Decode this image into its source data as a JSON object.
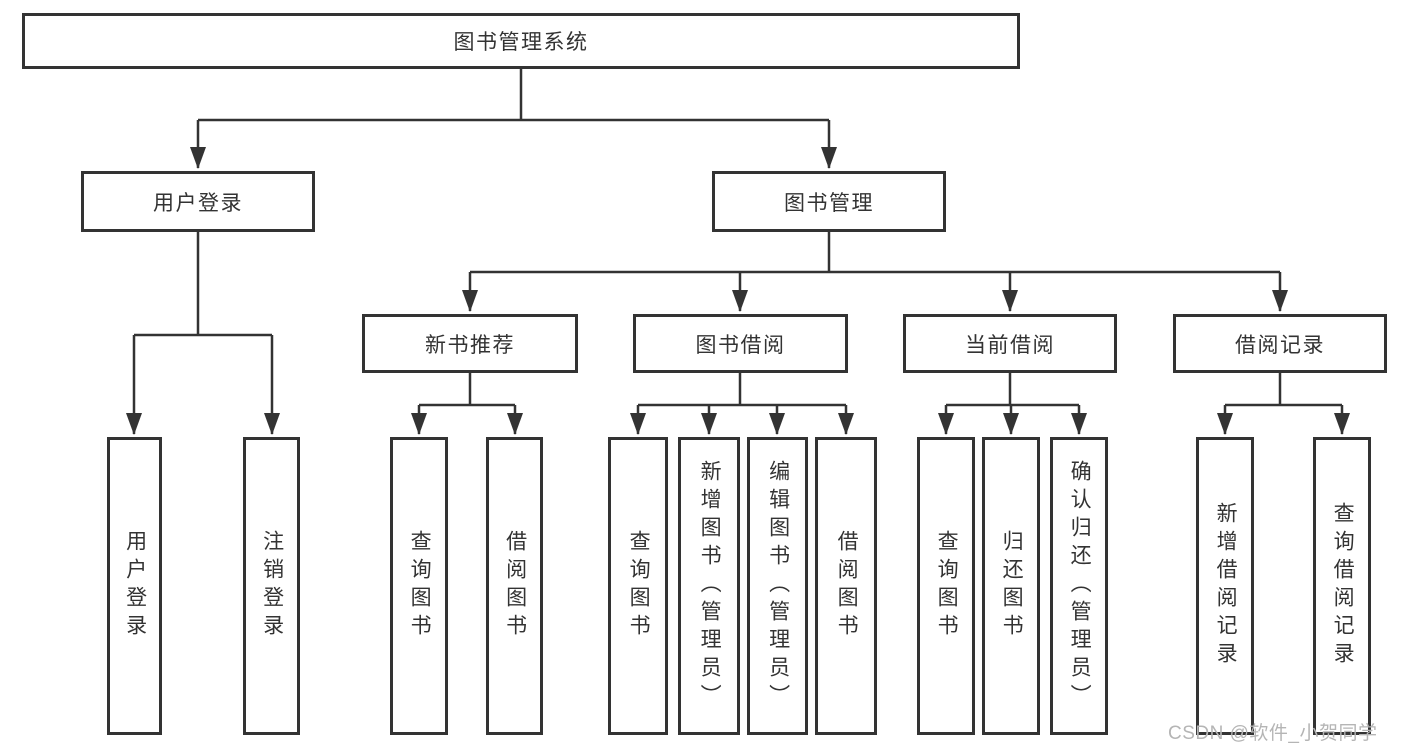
{
  "root": {
    "label": "图书管理系统"
  },
  "level2": [
    {
      "label": "用户登录"
    },
    {
      "label": "图书管理"
    }
  ],
  "level3": [
    {
      "parent": "图书管理",
      "label": "新书推荐"
    },
    {
      "parent": "图书管理",
      "label": "图书借阅"
    },
    {
      "parent": "图书管理",
      "label": "当前借阅"
    },
    {
      "parent": "图书管理",
      "label": "借阅记录"
    }
  ],
  "leafGroups": [
    {
      "parent": "用户登录",
      "items": [
        {
          "label": "用户登录"
        },
        {
          "label": "注销登录"
        }
      ]
    },
    {
      "parent": "新书推荐",
      "items": [
        {
          "label": "查询图书"
        },
        {
          "label": "借阅图书"
        }
      ]
    },
    {
      "parent": "图书借阅",
      "items": [
        {
          "label": "查询图书"
        },
        {
          "label": "新增图书（管理员）"
        },
        {
          "label": "编辑图书（管理员）"
        },
        {
          "label": "借阅图书"
        }
      ]
    },
    {
      "parent": "当前借阅",
      "items": [
        {
          "label": "查询图书"
        },
        {
          "label": "归还图书"
        },
        {
          "label": "确认归还（管理员）"
        }
      ]
    },
    {
      "parent": "借阅记录",
      "items": [
        {
          "label": "新增借阅记录"
        },
        {
          "label": "查询借阅记录"
        }
      ]
    }
  ],
  "watermark": {
    "text": "CSDN @软件_小贺同学"
  },
  "colors": {
    "line": "#333333",
    "box_border": "#333333",
    "text": "#333333",
    "background": "#ffffff",
    "watermark": "#b5b5b5"
  }
}
